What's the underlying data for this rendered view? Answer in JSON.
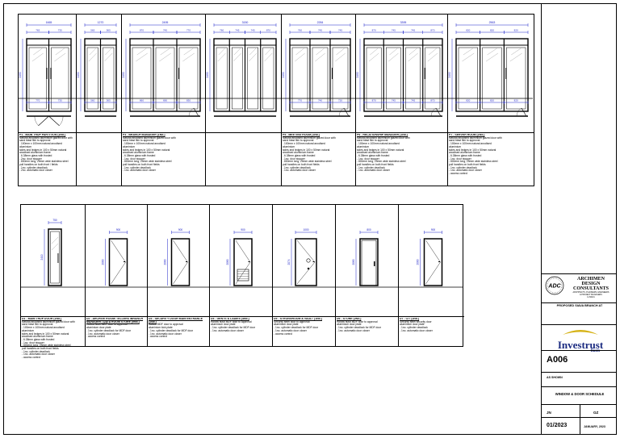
{
  "top_row": [
    {
      "code": "P1",
      "width": "1665",
      "subdims": [
        "765",
        "735"
      ],
      "bottom_dims": [
        "770",
        "735"
      ],
      "height": "2490",
      "leaves": 2,
      "swing": "double",
      "title": "P1 - MAIN TRUP PARTITION (1No.)",
      "lines": [
        "Natural anodised aluminium glazed door with",
        "sand blast film to approval",
        "- 100mm x 100mm natural anodised",
        "aluminium",
        "sides and ledges in 100 x 50mm natural",
        "anodised aluminium frame",
        "- 6.38mm glass with frosted",
        "- 2no. door stopper",
        "- 800mm long, 25mm wide stainless steel",
        "pull handles on both front / fields",
        "- 1no. cylinder deadlock",
        "- 2no. automatic door closer"
      ]
    },
    {
      "code": "P2",
      "width": "1270",
      "subdims": [
        "565",
        "565"
      ],
      "bottom_dims": [
        "560",
        "565"
      ],
      "height": "2490",
      "leaves": 2,
      "swing": "none",
      "title": "",
      "lines": []
    },
    {
      "code": "P3",
      "width": "2495",
      "subdims": [
        "870",
        "745",
        "770"
      ],
      "bottom_dims": [
        "860",
        "690",
        "830"
      ],
      "height": "2490",
      "leaves": 3,
      "swing": "single",
      "title": "P3 - BRANCH MANAGER (1No.)",
      "lines": [
        "Natural anodised aluminium glazed door with",
        "sand blast film to approval",
        "- 100mm x 100mm natural anodised",
        "aluminium",
        "sides and ledges in 100 x 50mm natural",
        "anodised aluminium frame",
        "- 6.38mm glass with frosted",
        "- 1no. door stopper",
        "- 800mm long, 25mm wide stainless steel",
        "pull handles on both front fields",
        "- 1no. cylinder deadlock",
        "- 1no. automatic door closer"
      ]
    },
    {
      "code": "P4",
      "width": "3150",
      "subdims": [
        "760",
        "745",
        "745",
        "870"
      ],
      "bottom_dims": [],
      "height": "2490",
      "leaves": 4,
      "swing": "none",
      "title": "",
      "lines": []
    },
    {
      "code": "P5",
      "width": "2284",
      "subdims": [
        "760",
        "745",
        "745"
      ],
      "bottom_dims": [
        "770",
        "740",
        "720"
      ],
      "height": "2490",
      "leaves": 3,
      "swing": "single",
      "title": "P5 - MEETING ROOM (1No.)",
      "lines": [
        "Natural anodised aluminium glazed door with",
        "sand blast film to approval",
        "- 100mm x 100mm natural anodised",
        "aluminium",
        "sides and ledges in 100 x 50mm natural",
        "anodised aluminium frame",
        "- 6.38mm glass with frosted",
        "- 1no. door stopper",
        "- 800mm long, 25mm wide stainless steel",
        "pull handles on both front fields",
        "- 1no. cylinder deadlock",
        "- 1no. automatic door closer"
      ]
    },
    {
      "code": "P6",
      "width": "3395",
      "subdims": [
        "870",
        "745",
        "745",
        "870"
      ],
      "bottom_dims": [
        "870",
        "745",
        "745",
        "870"
      ],
      "height": "2490",
      "leaves": 4,
      "swing": "single",
      "title": "P6 - RELATIONSHIP MANAGER (1No.)",
      "lines": [
        "Natural anodised aluminium glazed door with",
        "sand blast film to approval",
        "- 100mm x 100mm natural anodised",
        "aluminium",
        "sides and ledges in 100 x 50mm natural",
        "anodised aluminium frame",
        "- 6.38mm glass with frosted",
        "- 1no. door stopper",
        "- 800mm long, 25mm wide stainless steel",
        "pull handles on both front fields",
        "- 1no. cylinder deadlock",
        "- 1no. automatic door closer"
      ]
    },
    {
      "code": "P7",
      "width": "2563",
      "subdims": [
        "820",
        "820",
        "820"
      ],
      "bottom_dims": [
        "820",
        "820",
        "820"
      ],
      "height": "2490",
      "leaves": 3,
      "swing": "single",
      "title": "P7 - SERVER ROOM (1No.)",
      "lines": [
        "Natural anodised aluminium glazed door with",
        "sand blast film to approval",
        "- 100mm x 100mm natural anodised",
        "aluminium",
        "sides and ledges in 100 x 50mm natural",
        "anodised aluminium frame",
        "- 6.38mm glass with frosted",
        "- 1no. door stopper",
        "- 800mm long, 25mm wide stainless steel",
        "pull handles on both front fields",
        "- 1no. cylinder deadlock",
        "- 1no. automatic door closer",
        "- access control"
      ]
    }
  ],
  "bottom_row": [
    {
      "code": "D1",
      "width": "750",
      "height": "2410",
      "style": "glass",
      "title": "D1 - MAIN TRUP DOOR (1No.)",
      "lines": [
        "Natural anodised aluminium glazed door with",
        "sand blast film to approval",
        "- 100mm x 100mm natural anodised",
        "aluminium",
        "sides and ledges in 100 x 50mm natural",
        "anodised aluminium frame",
        "- 6.38mm glass with frosted",
        "- 1no. door stopper",
        "- 800mm long, 25mm wide stainless steel",
        "pull handles on both front fields",
        "- 1no. cylinder deadlock",
        "- 1no. automatic door closer",
        "- access control"
      ]
    },
    {
      "code": "D2",
      "width": "900",
      "height": "2080",
      "style": "flush",
      "title": "D2 - ARCHIVE ROOM/ TELLERS /BRANCH MANAGER / DATA ROOM STORE (5No.)",
      "lines": [
        "Hollow flush MDF door to approval",
        "aluminium door plate",
        "- 1no. cylinder deadlock for MDF door",
        "- 1no. automatic door closer",
        "- access control"
      ]
    },
    {
      "code": "D3",
      "width": "900",
      "height": "2080",
      "style": "flush",
      "title": "D3 - SECURITY DOOR MAIN ENTRANCE (1No.)",
      "lines": [
        "Hollow MDF door to approval",
        "aluminium kick plate",
        "- 1no. cylinder deadlock for MDF door",
        "- 1no. automatic door closer",
        "- access control"
      ]
    },
    {
      "code": "D4",
      "width": "900",
      "height": "2080",
      "style": "vision",
      "title": "D4 - GENTS & LADIES (4No.)",
      "lines": [
        "Hollow flush MDF door to approval",
        "aluminium door plate",
        "- 1no. cylinder deadlock for MDF door",
        "- 1no. automatic door closer"
      ]
    },
    {
      "code": "D5",
      "width": "1000",
      "height": "2074",
      "style": "vault",
      "title": "D5 - STRONGROOM & VAULT (1No.)",
      "lines": [
        "Security steel door to approval",
        "aluminium door plate",
        "- 1no. cylinder deadlock for MDF door",
        "- 1no. automatic door closer",
        "- access control"
      ]
    },
    {
      "code": "D6",
      "width": "800",
      "height": "2080",
      "style": "frame",
      "title": "D6 - STORE (2No.)",
      "lines": [
        "Hollow flush MDF door to approval",
        "aluminium door plate",
        "- 1no. cylinder deadlock for MDF door",
        "- 1no. automatic door closer"
      ]
    },
    {
      "code": "D7",
      "width": "900",
      "height": "2080",
      "style": "flush",
      "title": "D7 - CIT (1No.)",
      "lines": [
        "Security steel security door",
        "aluminium door plate",
        "- 1no. cylinder deadlock",
        "- 1no. automatic door closer"
      ]
    }
  ],
  "title_block": {
    "firm_abbr": "ADC",
    "firm_name": [
      "ARCHIMEN",
      "DESIGN",
      "CONSULTANTS"
    ],
    "firm_notes": [
      "ARCHITECTS, PLANNERS, ENGINEERS",
      "& PROJECT MANAGERS",
      "LUSAKA"
    ],
    "project": "PROPOSED SIAVA BRANCH AT",
    "client": "Investrust",
    "client_sub": "Bank",
    "drawing_no": "A006",
    "scale": "AS SHOWN",
    "drawing_title": "WINDOW & DOOR SCHEDULE",
    "drawn_by": "JN",
    "checked_by": "GZ",
    "revision": "01/2023",
    "date": "JANUARY, 2023",
    "accent": "#1a2a80",
    "gold": "#d6b318"
  }
}
